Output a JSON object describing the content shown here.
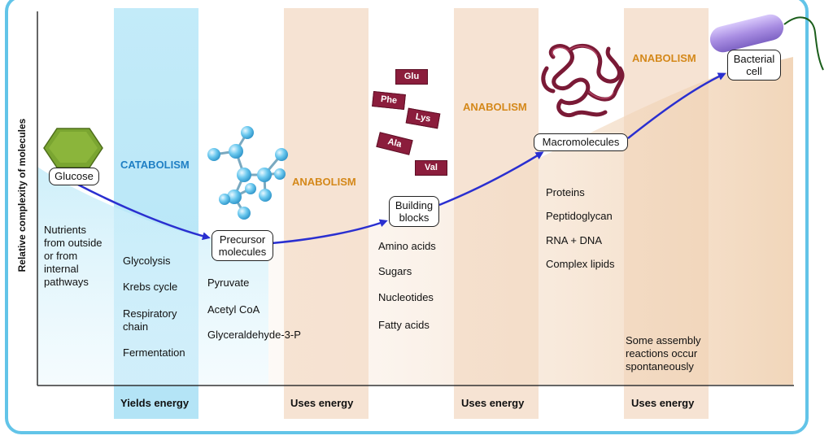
{
  "y_axis_label": "Relative complexity of molecules",
  "columns": {
    "catabolism": {
      "heading": "CATABOLISM",
      "footer": "Yields energy"
    },
    "anabolism1": {
      "heading": "ANABOLISM",
      "footer": "Uses energy"
    },
    "anabolism2": {
      "heading": "ANABOLISM",
      "footer": "Uses energy"
    },
    "anabolism3": {
      "heading": "ANABOLISM",
      "footer": "Uses energy"
    }
  },
  "nodes": {
    "glucose": "Glucose",
    "precursor_line1": "Precursor",
    "precursor_line2": "molecules",
    "building_line1": "Building",
    "building_line2": "blocks",
    "macromolecules": "Macromolecules",
    "bacterial_line1": "Bacterial",
    "bacterial_line2": "cell"
  },
  "nutrients": [
    "Nutrients",
    "from outside",
    "or from",
    "internal",
    "pathways"
  ],
  "catabolic_pathways": [
    "Glycolysis",
    "Krebs cycle",
    "Respiratory",
    "chain",
    "Fermentation"
  ],
  "precursor_examples": [
    "Pyruvate",
    "Acetyl CoA",
    "Glyceraldehyde-3-P"
  ],
  "building_block_examples": [
    "Amino acids",
    "Sugars",
    "Nucleotides",
    "Fatty acids"
  ],
  "macromolecule_examples": [
    "Proteins",
    "Peptidoglycan",
    "RNA + DNA",
    "Complex lipids"
  ],
  "assembly_note": [
    "Some assembly",
    "reactions occur",
    "spontaneously"
  ],
  "amino_acids": [
    "Glu",
    "Phe",
    "Lys",
    "Ala",
    "Val"
  ],
  "colors": {
    "catabolism_band": "#c5ecf9",
    "anabolism_band": "#f6e3d3",
    "arrow": "#2a2fd0",
    "amino_acid_tag": "#8b1d3c",
    "protein_coil": "#7a1a36",
    "glucose_hex": "#7aa531",
    "atom": "#6cc9ef",
    "cell": "#a88de2",
    "frame": "#62c4e8"
  }
}
